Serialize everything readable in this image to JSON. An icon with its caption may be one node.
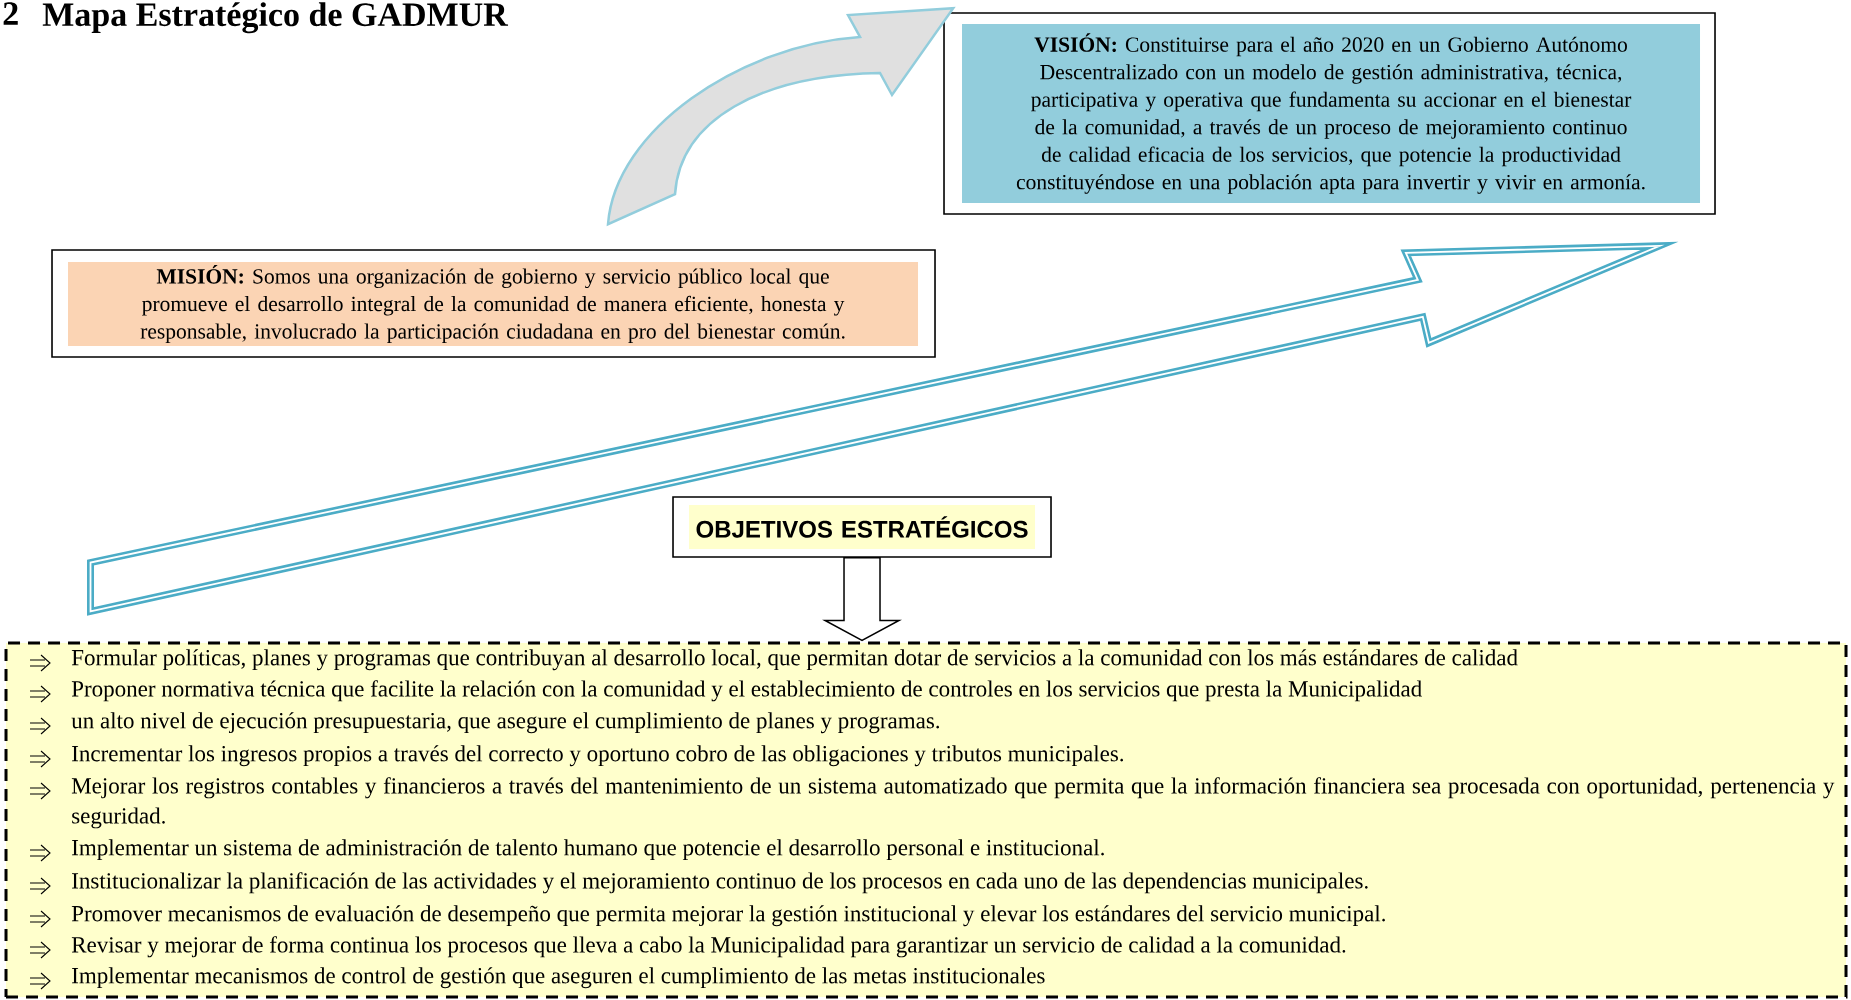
{
  "diagram": {
    "title": "Mapa Estratégico de GADMUR",
    "nodes": [
      {
        "text": [
          "**VISIÓN:** Constituirse para el año 2020 en un Gobierno Autónomo Descentralizado con un modelo de gestión administrativa, técnica, participativa y operativa que fundamenta su accionar en el bienestar de la comunidad, a través de un proceso de mejoramiento continuo de calidad eficacia de los servicios, que potencie la productividad constituyéndose en una población apta para invertir y vivir en armonía."
        ]
      },
      {
        "text": [
          "**MISIÓN:** Somos una organización de gobierno y servicio público local que promueve el desarrollo integral de la comunidad de manera eficiente, honesta y responsable, involucrado la participación ciudadana en pro del bienestar común."
        ]
      },
      {
        "text": [
          "OBJETIVOS ESTRATÉGICOS"
        ]
      },
      {
        "text": [
          "Formular políticas, planes y programas que contribuyan al desarrollo local, que permitan dotar de servicios a la comunidad con los más estándares de calidad",
          "Proponer normativa técnica que facilite la relación con la comunidad y el establecimiento de controles en los servicios que presta la Municipalidad",
          "un alto nivel de ejecución presupuestaria, que asegure el cumplimiento de planes y programas.",
          "Incrementar los ingresos propios a través del correcto y oportuno cobro de las obligaciones y tributos municipales.",
          "Mejorar los registros contables y financieros a través del mantenimiento de un sistema automatizado que permita que la información financiera sea procesada con oportunidad, pertenencia y seguridad.",
          "Implementar un sistema de administración de talento humano que potencie el desarrollo personal e institucional.",
          "Institucionalizar la planificación de las actividades y el mejoramiento continuo de los procesos en cada uno de las dependencias municipales.",
          "Promover mecanismos de evaluación de desempeño que permita mejorar la gestión institucional y elevar los estándares del servicio municipal.",
          "Revisar y mejorar de forma continua los procesos que lleva a cabo la Municipalidad para garantizar un servicio de calidad a la comunidad.",
          "Implementar mecanismos de control de gestión que aseguren el cumplimiento de las metas institucionales"
        ]
      }
    ],
    "edges": [
      {
        "from": 1,
        "to": 0,
        "arrow": "to"
      },
      {
        "from": 2,
        "to": 3,
        "arrow": "to"
      },
      {
        "from": 3,
        "to": 0,
        "arrow": "to"
      }
    ],
    "labels": [
      "2"
    ]
  }
}
